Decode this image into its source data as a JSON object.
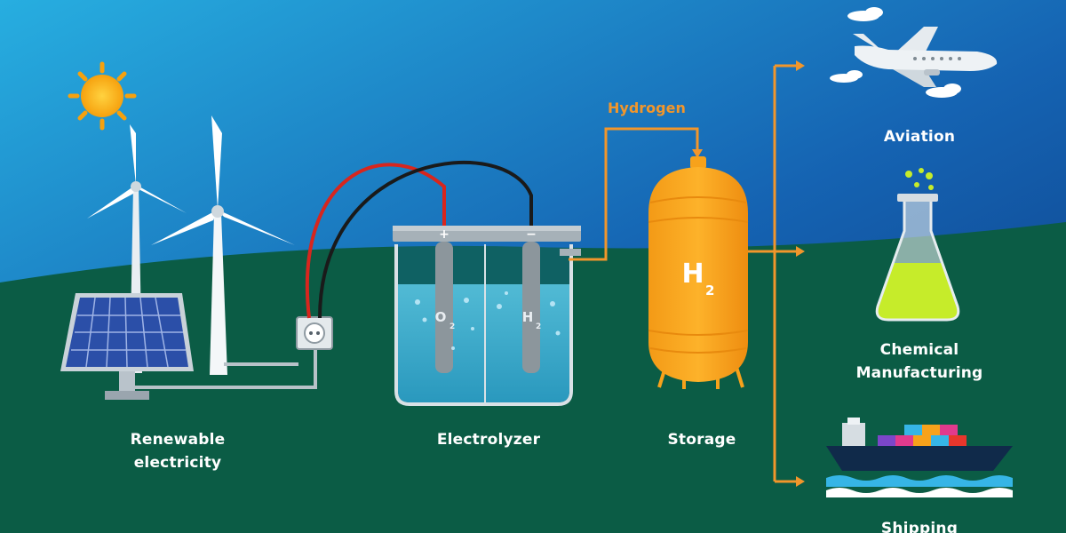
{
  "diagram": {
    "labels": {
      "renewable_line1": "Renewable",
      "renewable_line2": "electricity",
      "electrolyzer": "Electrolyzer",
      "storage": "Storage",
      "hydrogen": "Hydrogen",
      "aviation": "Aviation",
      "chemical_line1": "Chemical",
      "chemical_line2": "Manufacturing",
      "shipping": "Shipping"
    },
    "tank_formula": "H",
    "tank_subscript": "2",
    "electrode_left": "O",
    "electrode_left_sub": "2",
    "electrode_right": "H",
    "electrode_right_sub": "2",
    "terminal_plus": "+",
    "terminal_minus": "−",
    "colors": {
      "sky_top": "#1d9ad6",
      "sky_bottom": "#0c3f88",
      "ground": "#0b5c45",
      "hydrogen_pipe": "#f2962b",
      "tank": "#f7a21b",
      "water": "#3fb7e2",
      "flask_liquid": "#c6ec2a",
      "positive_wire": "#d7261e",
      "negative_wire": "#1a1a1a"
    }
  }
}
